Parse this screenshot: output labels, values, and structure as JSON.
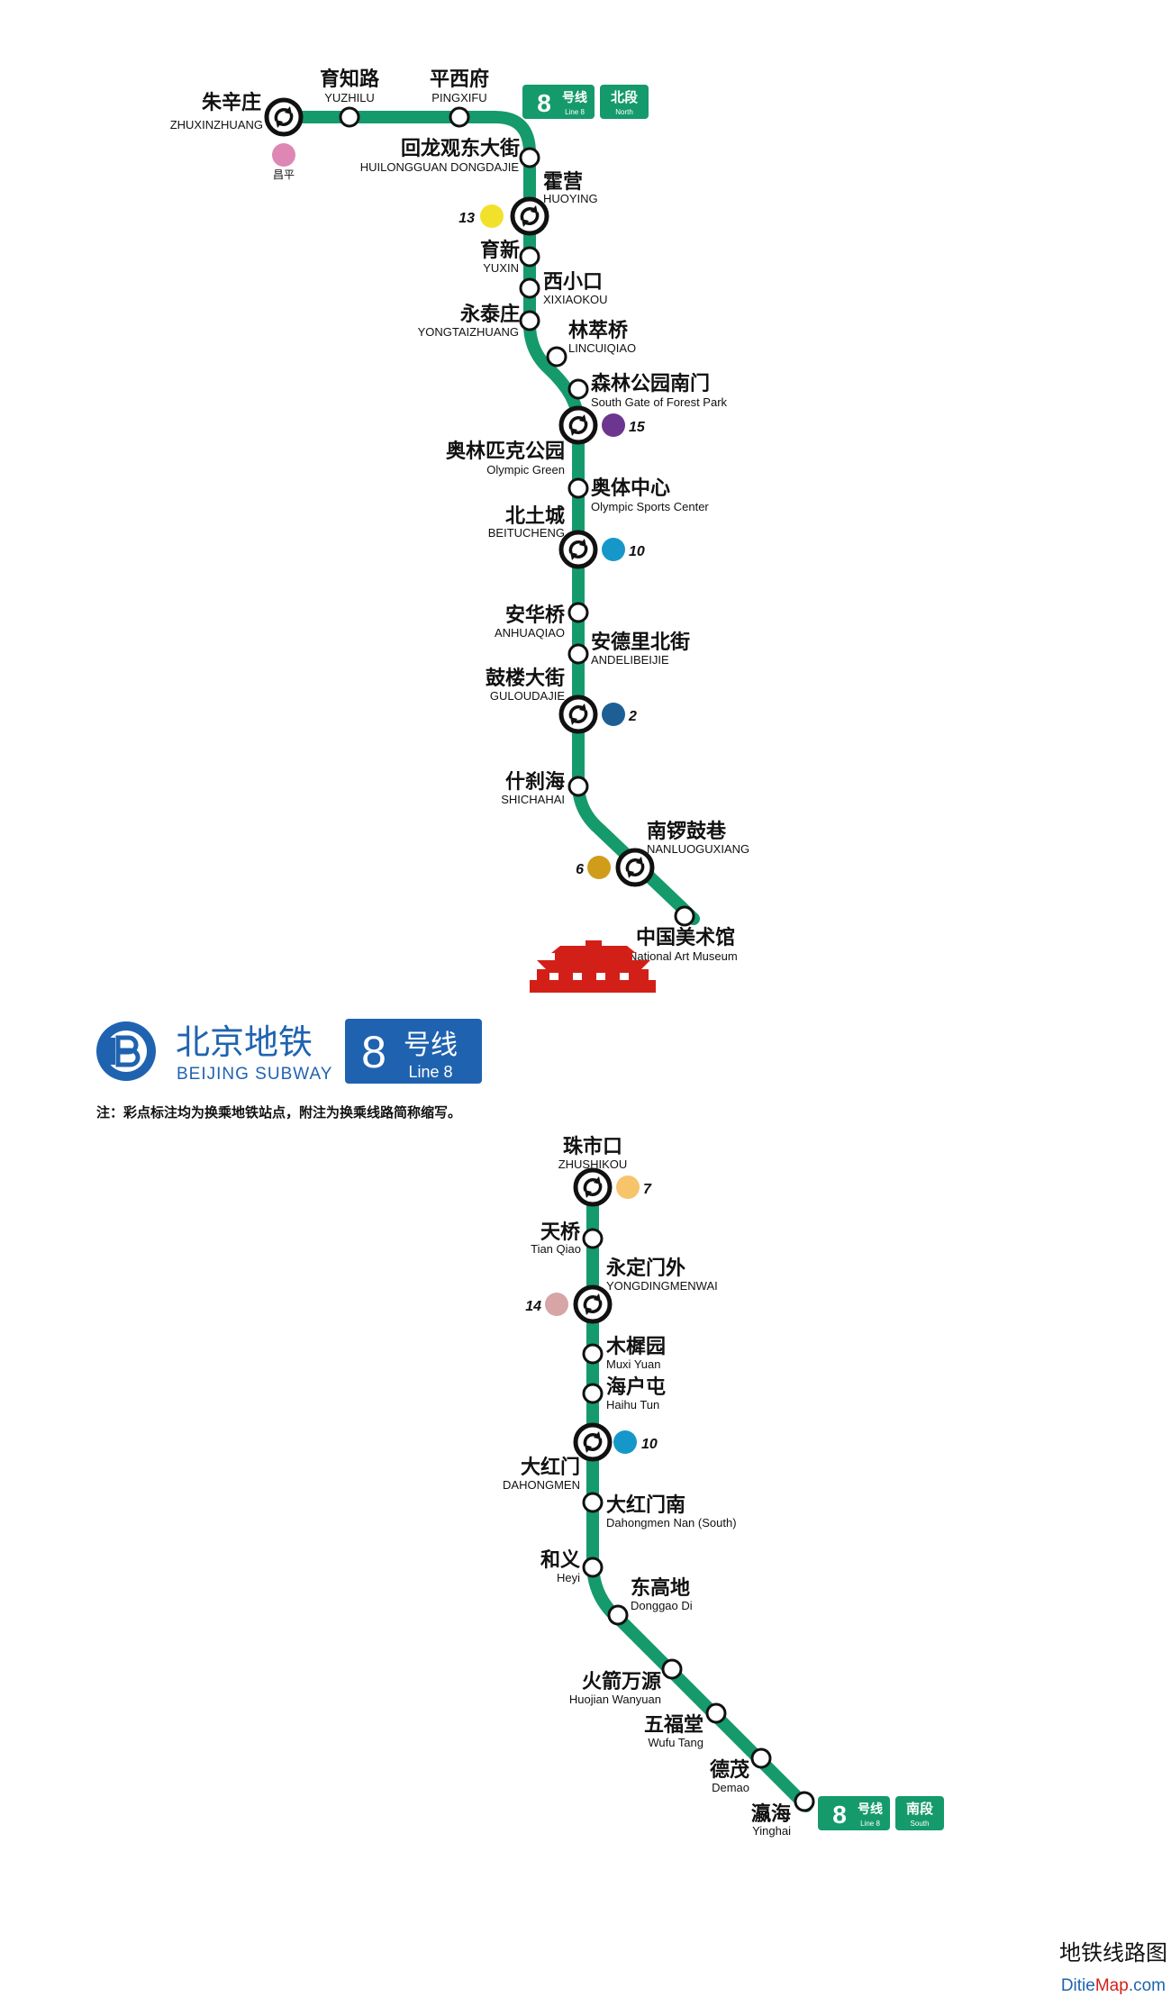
{
  "brand": {
    "name_zh": "北京地铁",
    "name_en": "BEIJING SUBWAY",
    "line_num": "8",
    "line_zh": "号线",
    "line_en": "Line 8"
  },
  "note": "注：彩点标注均为换乘地铁站点，附注为换乘线路简称缩写。",
  "badges": {
    "north": {
      "num": "8",
      "zh": "号线",
      "en": "Line 8",
      "section_zh": "北段",
      "section_en": "North"
    },
    "south": {
      "num": "8",
      "zh": "号线",
      "en": "Line 8",
      "section_zh": "南段",
      "section_en": "South"
    }
  },
  "colors": {
    "line8": "#159a6c",
    "line13": "#f2e12a",
    "line15": "#6b3590",
    "line10": "#1598c9",
    "line2": "#1d5f94",
    "line6": "#cf9d1a",
    "line7": "#f5c46b",
    "line14": "#d7a5a5",
    "changping": "#de87b4",
    "tiananmen": "#d22018"
  },
  "north_stations": [
    {
      "zh": "朱辛庄",
      "en": "ZHUXINZHUANG",
      "transfer": true
    },
    {
      "zh": "育知路",
      "en": "YUZHILU",
      "transfer": false
    },
    {
      "zh": "平西府",
      "en": "PINGXIFU",
      "transfer": false
    },
    {
      "zh": "回龙观东大街",
      "en": "HUILONGGUAN DONGDAJIE",
      "transfer": false
    },
    {
      "zh": "霍营",
      "en": "HUOYING",
      "transfer": true
    },
    {
      "zh": "育新",
      "en": "YUXIN",
      "transfer": false
    },
    {
      "zh": "西小口",
      "en": "XIXIAOKOU",
      "transfer": false
    },
    {
      "zh": "永泰庄",
      "en": "YONGTAIZHUANG",
      "transfer": false
    },
    {
      "zh": "林萃桥",
      "en": "LINCUIQIAO",
      "transfer": false
    },
    {
      "zh": "森林公园南门",
      "en": "South Gate of Forest Park",
      "transfer": false
    },
    {
      "zh": "奥林匹克公园",
      "en": "Olympic Green",
      "transfer": true
    },
    {
      "zh": "奥体中心",
      "en": "Olympic Sports Center",
      "transfer": false
    },
    {
      "zh": "北土城",
      "en": "BEITUCHENG",
      "transfer": true
    },
    {
      "zh": "安华桥",
      "en": "ANHUAQIAO",
      "transfer": false
    },
    {
      "zh": "安德里北街",
      "en": "ANDELIBEIJIE",
      "transfer": false
    },
    {
      "zh": "鼓楼大街",
      "en": "GULOUDAJIE",
      "transfer": true
    },
    {
      "zh": "什刹海",
      "en": "SHICHAHAI",
      "transfer": false
    },
    {
      "zh": "南锣鼓巷",
      "en": "NANLUOGUXIANG",
      "transfer": true
    },
    {
      "zh": "中国美术馆",
      "en": "National Art Museum",
      "transfer": false
    }
  ],
  "south_stations": [
    {
      "zh": "珠市口",
      "en": "ZHUSHIKOU",
      "transfer": true
    },
    {
      "zh": "天桥",
      "en": "Tian Qiao",
      "transfer": false
    },
    {
      "zh": "永定门外",
      "en": "YONGDINGMENWAI",
      "transfer": true
    },
    {
      "zh": "木樨园",
      "en": "Muxi Yuan",
      "transfer": false
    },
    {
      "zh": "海户屯",
      "en": "Haihu Tun",
      "transfer": false
    },
    {
      "zh": "大红门",
      "en": "DAHONGMEN",
      "transfer": true
    },
    {
      "zh": "大红门南",
      "en": "Dahongmen Nan (South)",
      "transfer": false
    },
    {
      "zh": "和义",
      "en": "Heyi",
      "transfer": false
    },
    {
      "zh": "东高地",
      "en": "Donggao Di",
      "transfer": false
    },
    {
      "zh": "火箭万源",
      "en": "Huojian Wanyuan",
      "transfer": false
    },
    {
      "zh": "五福堂",
      "en": "Wufu Tang",
      "transfer": false
    },
    {
      "zh": "德茂",
      "en": "Demao",
      "transfer": false
    },
    {
      "zh": "瀛海",
      "en": "Yinghai",
      "transfer": false
    }
  ],
  "transfer_lines": [
    {
      "label": "",
      "sub": "昌平",
      "color": "#de87b4"
    },
    {
      "label": "13",
      "color": "#f2e12a"
    },
    {
      "label": "15",
      "color": "#6b3590"
    },
    {
      "label": "10",
      "color": "#1598c9"
    },
    {
      "label": "2",
      "color": "#1d5f94"
    },
    {
      "label": "6",
      "color": "#cf9d1a"
    },
    {
      "label": "7",
      "color": "#f5c46b"
    },
    {
      "label": "14",
      "color": "#d7a5a5"
    },
    {
      "label": "10",
      "color": "#1598c9"
    }
  ],
  "watermark": {
    "top": "地铁线路图",
    "site_a": "Ditie",
    "site_b": "Map",
    "site_c": ".com"
  }
}
